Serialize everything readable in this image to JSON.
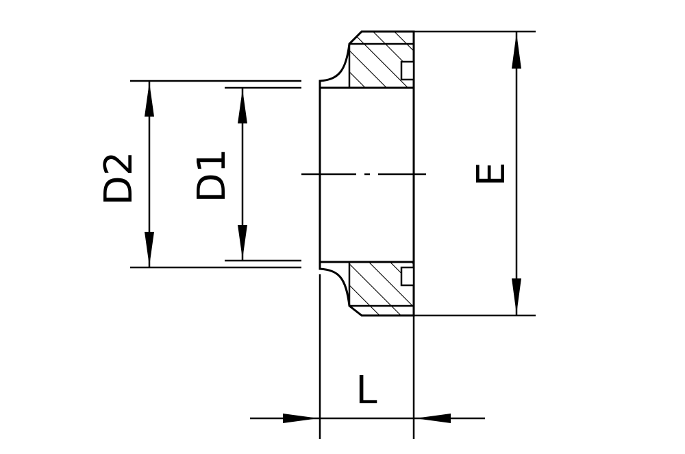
{
  "drawing": {
    "labels": {
      "d2": "D2",
      "d1": "D1",
      "e": "E",
      "l": "L"
    },
    "colors": {
      "line": "#000000",
      "background": "#ffffff"
    }
  }
}
